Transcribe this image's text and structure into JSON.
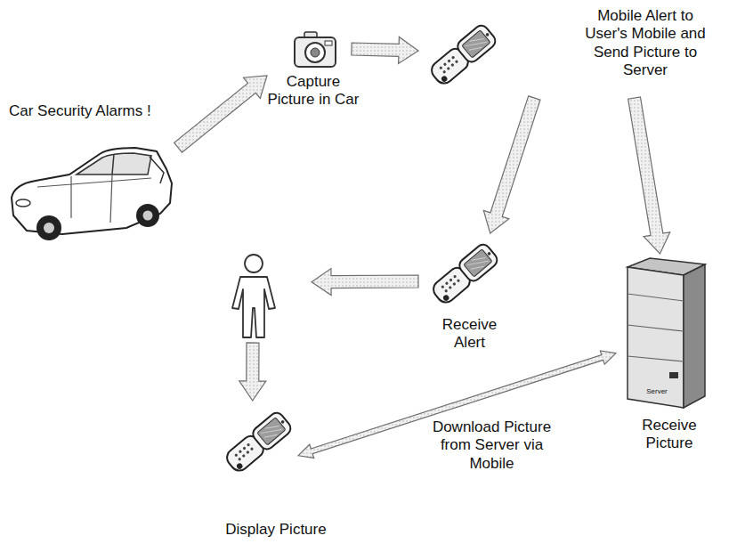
{
  "diagram": {
    "nodes": [
      {
        "text": [
          "Car Security Alarms !"
        ]
      },
      {
        "text": [
          "Capture Picture in Car"
        ]
      },
      {
        "text": [
          "Mobile Alert to User's Mobile and Send Picture to Server"
        ]
      },
      {
        "text": []
      },
      {
        "text": [
          "Receive Alert"
        ]
      },
      {
        "text": [
          "Server",
          "Receive Picture"
        ]
      },
      {
        "text": [
          "Display Picture"
        ]
      }
    ],
    "edges": [
      {
        "from": 0,
        "to": 1,
        "arrow": "to"
      },
      {
        "from": 1,
        "to": 2,
        "arrow": "to"
      },
      {
        "from": 2,
        "to": 4,
        "arrow": "to"
      },
      {
        "from": 2,
        "to": 5,
        "arrow": "to"
      },
      {
        "from": 4,
        "to": 3,
        "arrow": "to"
      },
      {
        "from": 3,
        "to": 6,
        "arrow": "to"
      },
      {
        "from": 6,
        "to": 5,
        "label": "Download Picture from Server via Mobile",
        "arrow": "both"
      }
    ]
  }
}
